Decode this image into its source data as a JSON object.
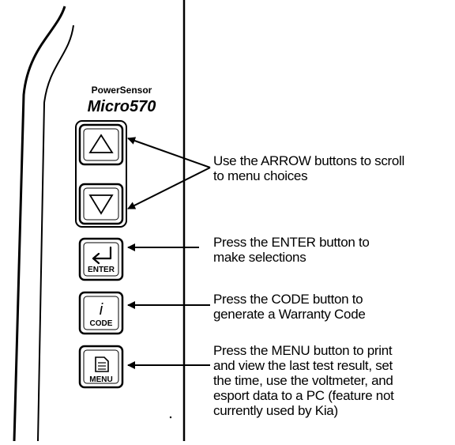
{
  "device": {
    "brand_small": "PowerSensor",
    "brand_model": "Micro570"
  },
  "buttons": {
    "up_icon": "up-arrow-icon",
    "down_icon": "down-arrow-icon",
    "enter_label": "ENTER",
    "enter_icon": "return-arrow-icon",
    "code_label": "CODE",
    "code_icon": "info-icon",
    "code_glyph": "i",
    "menu_label": "MENU",
    "menu_icon": "document-icon"
  },
  "callouts": {
    "arrows": [
      "Use the ARROW buttons to scroll",
      "to menu choices"
    ],
    "enter": [
      "Press the ENTER button to",
      "make selections"
    ],
    "code": [
      "Press the CODE button to",
      "generate a Warranty Code"
    ],
    "menu": [
      "Press the MENU button to print",
      "and view the last test result, set",
      "the time, use the voltmeter, and",
      "esport data to a PC (feature not",
      "currently used by Kia)"
    ]
  }
}
